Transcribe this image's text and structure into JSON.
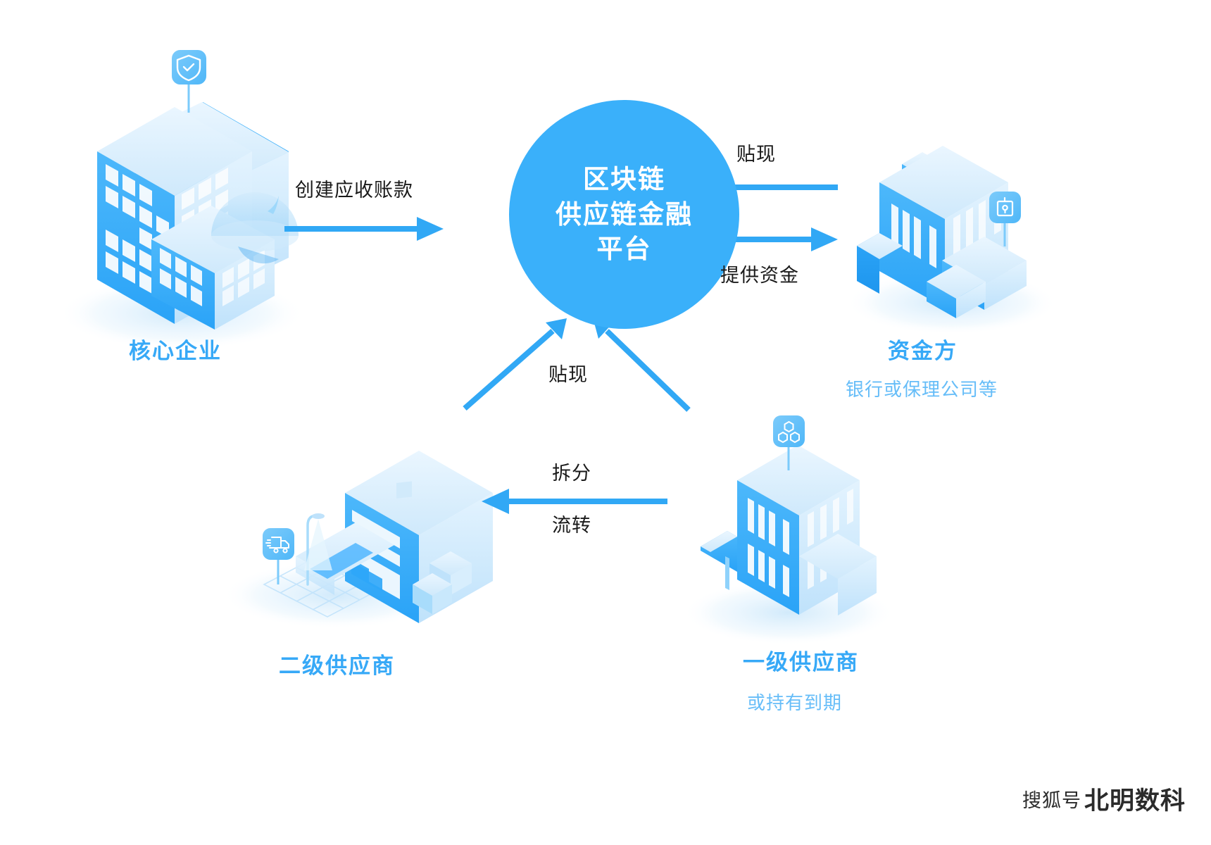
{
  "hub": {
    "lines": [
      "区块链",
      "供应链金融",
      "平台"
    ],
    "color": "#3ab0fa"
  },
  "flows": [
    {
      "id": "create-receivable",
      "label": "创建应收账款",
      "from": "核心企业",
      "to": "区块链供应链金融平台",
      "direction": "right"
    },
    {
      "id": "discount-funder",
      "label": "贴现",
      "from": "资金方",
      "to": "区块链供应链金融平台",
      "direction": "left"
    },
    {
      "id": "provide-funds",
      "label": "提供资金",
      "from": "区块链供应链金融平台",
      "to": "资金方",
      "direction": "right"
    },
    {
      "id": "discount-suppliers",
      "label": "贴现",
      "from": "供应商",
      "to": "区块链供应链金融平台",
      "direction": "up"
    },
    {
      "id": "split",
      "label": "拆分",
      "from": "一级供应商",
      "to": "二级供应商",
      "direction": "left"
    },
    {
      "id": "transfer",
      "label": "流转",
      "from": "一级供应商",
      "to": "二级供应商",
      "direction": "left"
    }
  ],
  "nodes": [
    {
      "id": "core-enterprise",
      "title": "核心企业",
      "sub": "",
      "icon": "shield-check-icon"
    },
    {
      "id": "funder",
      "title": "资金方",
      "sub": "银行或保理公司等",
      "icon": "bank-icon"
    },
    {
      "id": "tier1-supplier",
      "title": "一级供应商",
      "sub": "或持有到期",
      "icon": "blockchain-hex-icon"
    },
    {
      "id": "tier2-supplier",
      "title": "二级供应商",
      "sub": "",
      "icon": "truck-icon"
    }
  ],
  "watermark": {
    "prefix": "搜狐号",
    "name": "北明数科"
  },
  "palette": {
    "accent": "#37a9f7",
    "accent_light": "#66bdf8",
    "hub_fill": "#3ab0fa",
    "arrow": "#31a8f5",
    "text_dark": "#1a1a1a",
    "building_dark": "#34a9f9",
    "building_mid": "#8fd2fb",
    "building_light": "#d8eefd",
    "building_pale": "#eef8fe"
  }
}
